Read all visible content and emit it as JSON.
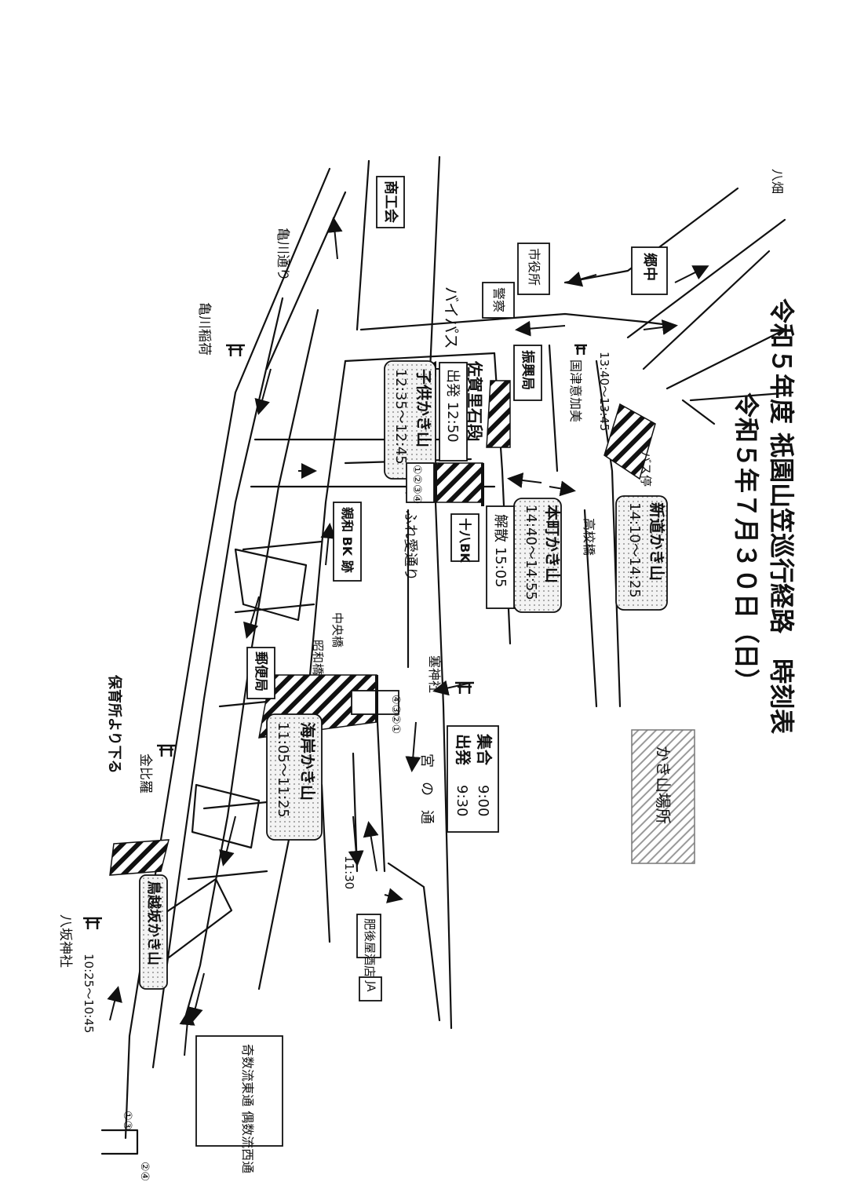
{
  "title": {
    "main": "令和５年度 祇園山笠巡行経路　時刻表",
    "date": "令和５年７月３０日（日）"
  },
  "legend": {
    "label": "かき山場所"
  },
  "places": {
    "hachihata": "八畑",
    "gochu": "郷中",
    "shiyakusho": "市役所",
    "keisatsu": "警察",
    "shokokai": "商工会",
    "bypass": "バイパス",
    "kamegawa_dori": "亀川通り",
    "kamegawa_inari": "亀川稲荷",
    "shinkokyoku": "振興局",
    "kokutsu": "国津意加美",
    "koukoubashi": "高校橋",
    "busstop": "バス停",
    "juhachi_bk": "十八BK",
    "shinwa_bk": "親和 BK 跡",
    "fureai": "ふれ愛通り",
    "chuo_bashi": "中央橋",
    "showa_bashi": "昭和橋",
    "yubinkyoku": "郵便局",
    "sainokami": "塞神社",
    "miya_no_dori": "宮の通",
    "hokoeya": "肥後屋酒店",
    "ja": "JA",
    "hoikusho": "保育所より下る",
    "konpira": "金比羅",
    "yasaka": "八坂神社",
    "torigoe_cross": "奇数流東通\n偶数流西通"
  },
  "times": {
    "kokutsu_time": "13:40～13:45",
    "miya_time": "11:30",
    "yasaka_time": "10:25～10:45"
  },
  "schedule_boxes": [
    {
      "name": "新道かき山",
      "time": "14:10～14:25"
    },
    {
      "name": "本町かき山",
      "time": "14:40～14:55",
      "extra": "解散 15:05"
    },
    {
      "name": "子供かき山",
      "time": "12:35～12:45"
    },
    {
      "name": "佐賀里石段",
      "time": "出発 12:50"
    },
    {
      "name": "海岸かき山",
      "time": "11:05～11:25"
    },
    {
      "name": "鳥越坂かき山",
      "time": ""
    },
    {
      "name": "集合",
      "time": "9:00"
    },
    {
      "name": "出発",
      "time": "9:30"
    }
  ],
  "circle_groups": {
    "saga": [
      "①",
      "②",
      "③",
      "④"
    ],
    "sai": [
      "④",
      "③",
      "②",
      "①"
    ],
    "yasaka_left": [
      "①",
      "③"
    ],
    "yasaka_right": [
      "②",
      "④"
    ]
  }
}
